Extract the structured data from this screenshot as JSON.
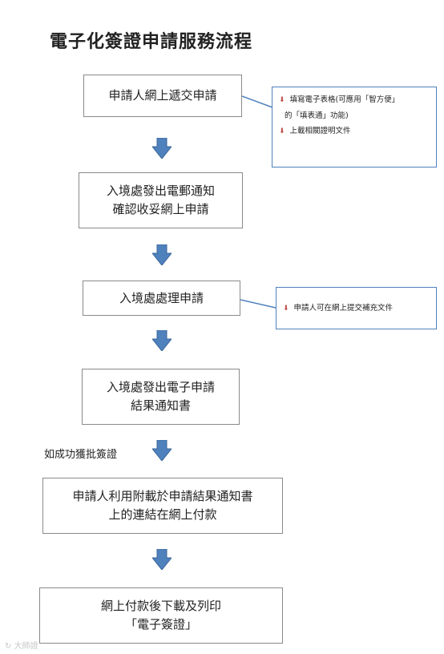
{
  "title": "電子化簽證申請服務流程",
  "steps": [
    {
      "lines": [
        "申請人網上遞交申請"
      ]
    },
    {
      "lines": [
        "入境處發出電郵通知",
        "確認收妥網上申請"
      ]
    },
    {
      "lines": [
        "入境處處理申請"
      ]
    },
    {
      "lines": [
        "入境處發出電子申請",
        "結果通知書"
      ]
    },
    {
      "lines": [
        "申請人利用附載於申請結果通知書",
        "上的連結在網上付款"
      ]
    },
    {
      "lines": [
        "網上付款後下載及列印",
        "「電子簽證」"
      ]
    }
  ],
  "notes": {
    "note1": {
      "item1_line1": "填寫電子表格(可應用「智方便」",
      "item1_line2": "的「填表通」功能)",
      "item2": "上載相關證明文件"
    },
    "note2": {
      "item1": "申請人可在網上提交補充文件"
    }
  },
  "condition_label": "如成功獲批簽證",
  "watermark": "大師證"
}
